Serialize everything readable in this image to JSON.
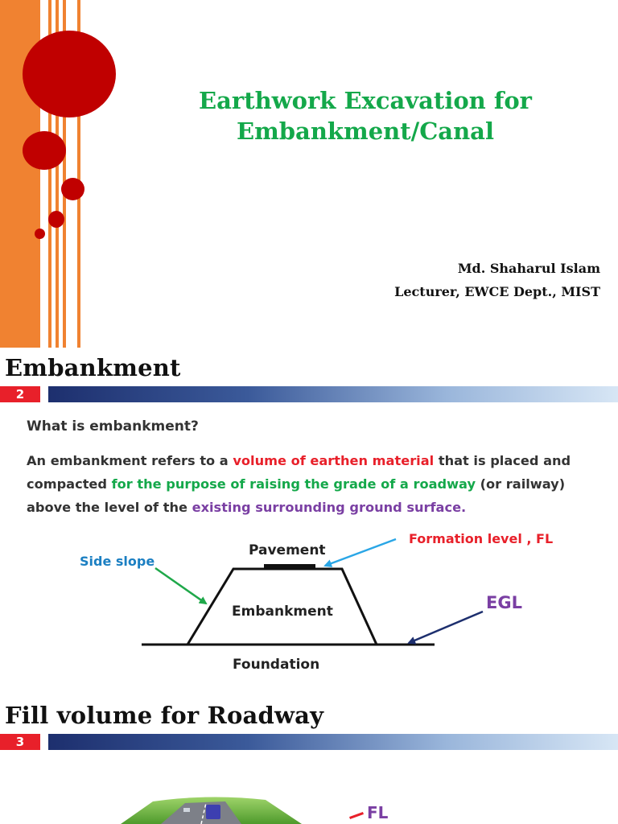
{
  "slide1": {
    "title_line1": "Earthwork Excavation for",
    "title_line2": "Embankment/Canal",
    "author_name": "Md. Shaharul Islam",
    "author_role": "Lecturer, EWCE Dept., MIST"
  },
  "slide2": {
    "title": "Embankment",
    "number": "2",
    "question": "What is embankment?",
    "para": {
      "p1": "An embankment refers to a ",
      "h1": "volume of earthen material",
      "p2": " that is placed and compacted ",
      "h2": "for the purpose of raising the grade of a roadway",
      "p3": " (or railway) above the level of the ",
      "h3": "existing surrounding ground surface."
    },
    "diagram": {
      "pavement": "Pavement",
      "embankment": "Embankment",
      "foundation": "Foundation",
      "side_slope": "Side slope",
      "formation_level": "Formation level , FL",
      "egl": "EGL"
    }
  },
  "slide3": {
    "title": "Fill volume for Roadway",
    "number": "3",
    "fl": "FL"
  },
  "colors": {
    "orange": "#f08231",
    "dark_red": "#c00000",
    "title_green": "#14a84a",
    "red": "#e8202a",
    "purple": "#7a3fa3",
    "blue": "#1b7fc2",
    "navy": "#1d2f6e"
  }
}
